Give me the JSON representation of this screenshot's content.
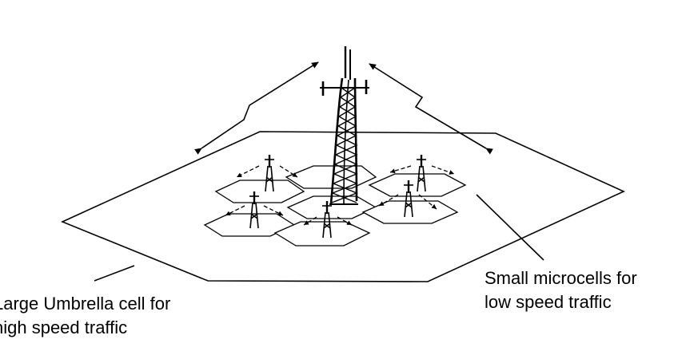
{
  "labels": {
    "umbrella_line1": "Large Umbrella cell for",
    "umbrella_line2": "high speed traffic",
    "micro_line1": "Small microcells for",
    "micro_line2": "low speed traffic"
  },
  "colors": {
    "stroke": "#000000",
    "background": "#ffffff"
  }
}
